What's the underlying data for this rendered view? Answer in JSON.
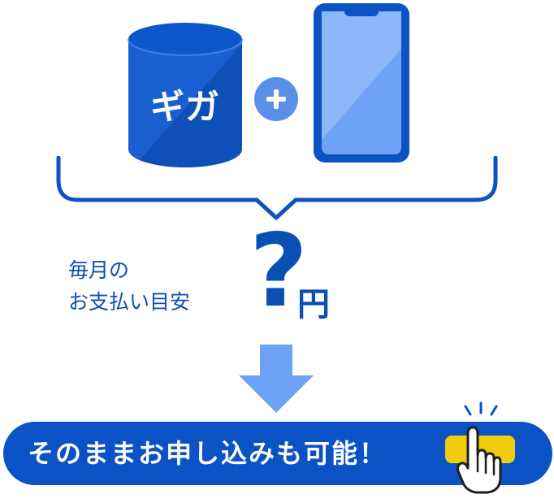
{
  "illustration": {
    "giga_label": "ギガ",
    "plus_symbol": "+",
    "database_icon": "database-cylinder-icon",
    "smartphone_icon": "smartphone-icon"
  },
  "estimate": {
    "line1": "毎月の",
    "line2": "お支払い目安",
    "unknown_amount": "?",
    "currency": "円"
  },
  "cta": {
    "label": "そのままお申し込みも可能！",
    "pointer_icon": "pointing-hand-cursor-icon"
  },
  "colors": {
    "primary_blue": "#0b52c4",
    "text_blue": "#0a4fb3",
    "light_blue": "#6ea2f5",
    "plus_circle": "#5a8fea",
    "arrow_blue": "#6ea2f5",
    "button_yellow": "#f2cd0f"
  }
}
